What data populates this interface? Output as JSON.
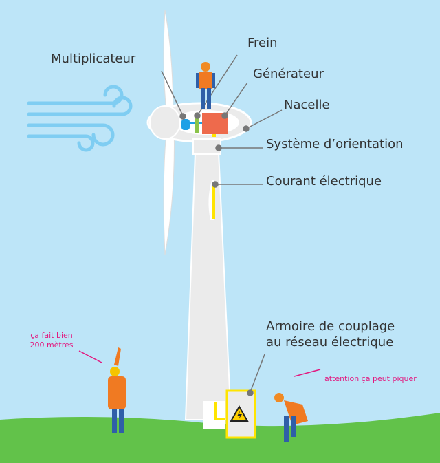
{
  "labels": {
    "multiplicateur": "Multiplicateur",
    "frein": "Frein",
    "generateur": "Générateur",
    "nacelle": "Nacelle",
    "orientation": "Système d’orientation",
    "courant": "Courant électrique",
    "armoire_line1": "Armoire de couplage",
    "armoire_line2": "au réseau électrique"
  },
  "speech": {
    "worker_left_line1": "ça fait bien",
    "worker_left_line2": "200 mètres",
    "worker_right": "attention ça peut piquer"
  },
  "colors": {
    "sky": "#bde5f8",
    "ground": "#62c24a",
    "generator": "#ee6a4c",
    "brake": "#8bc34a",
    "multiplier": "#1ea0e6",
    "cable": "#ffe400",
    "speech": "#e2197f",
    "wind": "#7fcdf2"
  }
}
